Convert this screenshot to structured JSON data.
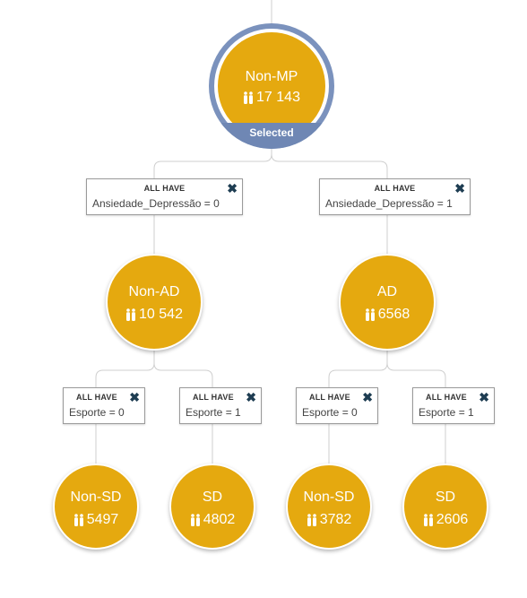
{
  "tree": {
    "root": {
      "label": "Non-MP",
      "count": "17 143",
      "status": "Selected",
      "icon": "people-icon"
    },
    "left": {
      "condition": {
        "header": "ALL HAVE",
        "expr": "Ansiedade_Depressão = 0",
        "remove_icon": "close-icon"
      },
      "node": {
        "label": "Non-AD",
        "count": "10 542"
      },
      "left": {
        "condition": {
          "header": "ALL HAVE",
          "expr": "Esporte = 0"
        },
        "node": {
          "label": "Non-SD",
          "count": "5497"
        }
      },
      "right": {
        "condition": {
          "header": "ALL HAVE",
          "expr": "Esporte = 1"
        },
        "node": {
          "label": "SD",
          "count": "4802"
        }
      }
    },
    "right": {
      "condition": {
        "header": "ALL HAVE",
        "expr": "Ansiedade_Depressão = 1",
        "remove_icon": "close-icon"
      },
      "node": {
        "label": "AD",
        "count": "6568"
      },
      "left": {
        "condition": {
          "header": "ALL HAVE",
          "expr": "Esporte = 0"
        },
        "node": {
          "label": "Non-SD",
          "count": "3782"
        }
      },
      "right": {
        "condition": {
          "header": "ALL HAVE",
          "expr": "Esporte = 1"
        },
        "node": {
          "label": "SD",
          "count": "2606"
        }
      }
    }
  },
  "colors": {
    "node": "#e5a90f",
    "selected_ring": "#7b92bd",
    "edge": "#cfcfcf",
    "remove_icon": "#1e3d52"
  }
}
